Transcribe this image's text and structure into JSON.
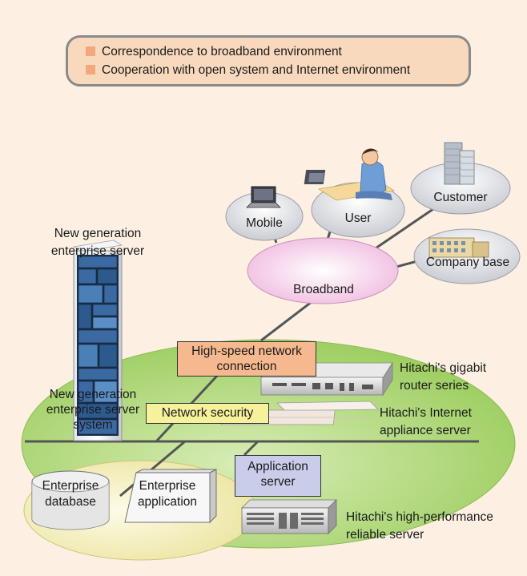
{
  "legend": {
    "items": [
      "Correspondence to broadband environment",
      "Cooperation with open system and Internet environment"
    ],
    "bullet_color": "#f3a77b"
  },
  "nodes": {
    "mobile": "Mobile",
    "user": "User",
    "customer": "Customer",
    "company_base": "Company base",
    "broadband": "Broadband"
  },
  "server": {
    "title_line1": "New generation",
    "title_line2": "enterprise server",
    "system_line1": "New generation",
    "system_line2": "enterprise server",
    "system_line3": "system"
  },
  "boxes": {
    "high_speed_line1": "High-speed network",
    "high_speed_line2": "connection",
    "network_security": "Network security",
    "app_server_line1": "Application",
    "app_server_line2": "server"
  },
  "enterprise": {
    "database_line1": "Enterprise",
    "database_line2": "database",
    "application_line1": "Enterprise",
    "application_line2": "application"
  },
  "products": {
    "gigabit_line1": "Hitachi's gigabit",
    "gigabit_line2": "router series",
    "internet_line1": "Hitachi's Internet",
    "internet_line2": "appliance server",
    "highperf_line1": "Hitachi's high-performance",
    "highperf_line2": "reliable server"
  },
  "colors": {
    "background": "#fdf0e3",
    "platform": "#b9dc86",
    "broadband_fill": "#f2c8e5",
    "high_speed_box": "#f6b98f",
    "security_box": "#f6f29b",
    "app_box": "#c9cdea"
  }
}
